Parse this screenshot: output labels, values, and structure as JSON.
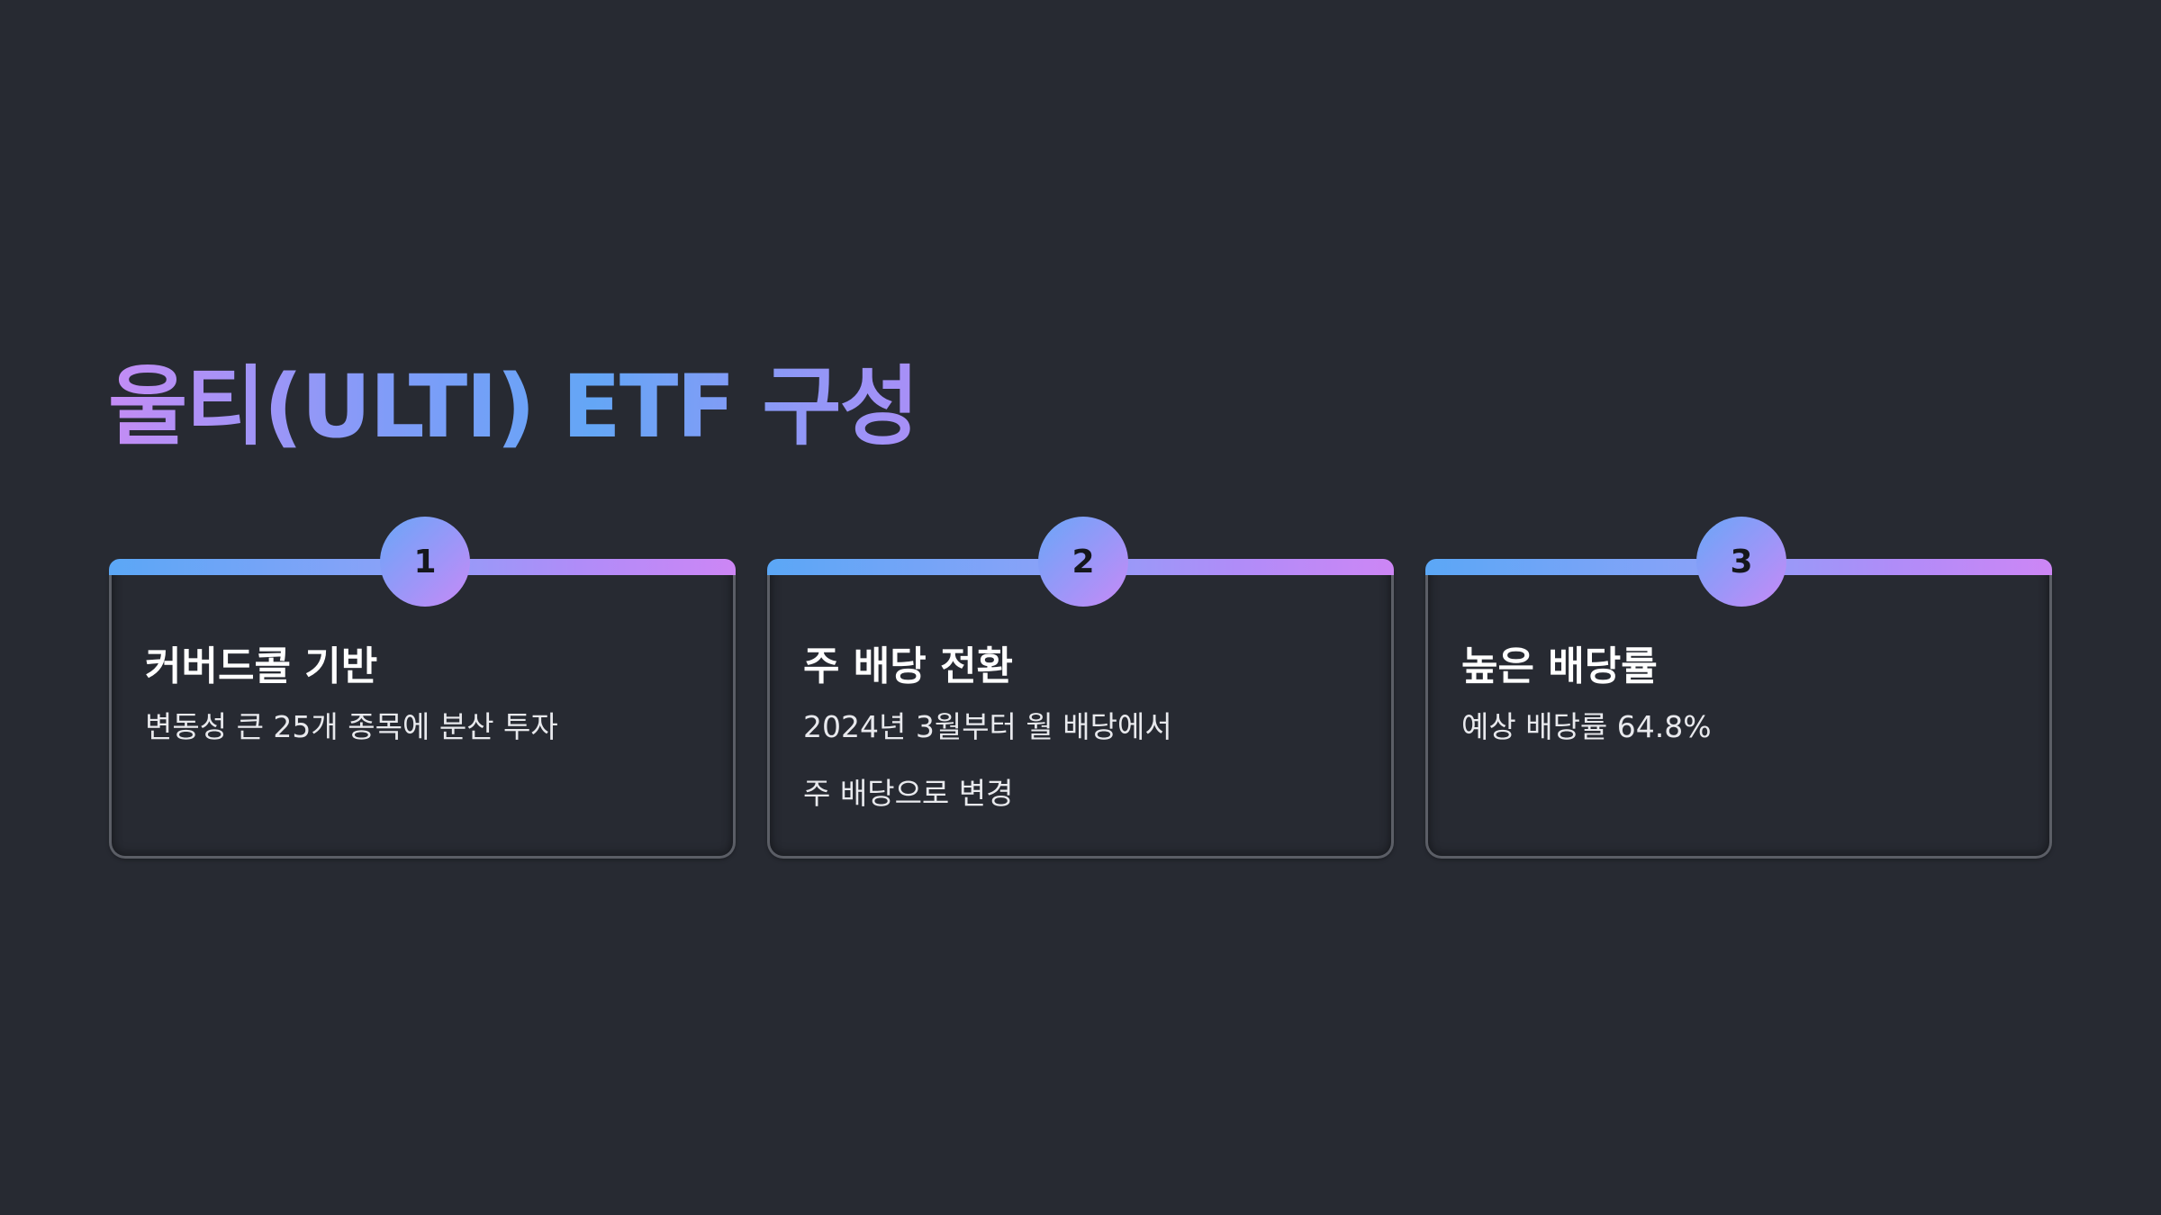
{
  "slide": {
    "title": "울티(ULTI) ETF 구성",
    "cards": [
      {
        "number": "1",
        "title": "커버드콜 기반",
        "description": [
          "변동성 큰 25개 종목에 분산 투자"
        ]
      },
      {
        "number": "2",
        "title": "주 배당 전환",
        "description": [
          "2024년 3월부터 월 배당에서",
          "주 배당으로 변경"
        ]
      },
      {
        "number": "3",
        "title": "높은 배당률",
        "description": [
          "예상 배당률 64.8%"
        ]
      }
    ]
  },
  "colors": {
    "background": "#272a32",
    "accent_blue": "#5ba7f6",
    "accent_purple": "#cd86f5",
    "card_border": "#5b5e66",
    "text": "#ffffff"
  }
}
